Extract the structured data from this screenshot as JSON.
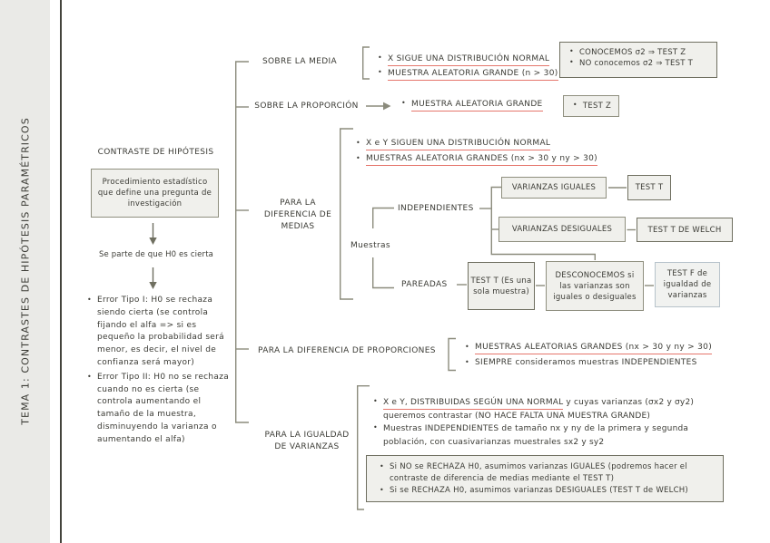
{
  "sidebar": {
    "title": "TEMA 1: CONTRASTES DE HIPÓTESIS PARAMÉTRICOS"
  },
  "intro": {
    "title": "CONTRASTE DE HIPÓTESIS",
    "definition": "Procedimiento estadístico que define una pregunta de investigación",
    "premise": "Se parte de que H0 es cierta",
    "errors": [
      "Error Tipo I: H0 se rechaza siendo cierta (se controla fijando el alfa => si es pequeño la probabilidad será menor, es decir, el nivel de confianza será mayor)",
      "Error Tipo II: H0 no se rechaza cuando no es cierta (se controla aumentando el tamaño de la muestra, disminuyendo la varianza o aumentando el alfa)"
    ]
  },
  "media": {
    "label": "SOBRE LA MEDIA",
    "conditions": [
      "X SIGUE UNA DISTRIBUCIÓN NORMAL",
      "MUESTRA ALEATORIA GRANDE (n > 30)"
    ],
    "tests": [
      "CONOCEMOS σ2 ⇒ TEST Z",
      "NO conocemos σ2 ⇒ TEST T"
    ]
  },
  "proporcion": {
    "label": "SOBRE LA PROPORCIÓN",
    "condition": "MUESTRA ALEATORIA GRANDE",
    "test": "TEST Z"
  },
  "dif_medias": {
    "label_lines": [
      "PARA LA",
      "DIFERENCIA DE",
      "MEDIAS"
    ],
    "conditions": [
      "X e Y SIGUEN UNA DISTRIBUCIÓN NORMAL",
      "MUESTRAS ALEATORIA GRANDES (nx > 30 y ny > 30)"
    ],
    "muestras": "Muestras",
    "independientes": "INDEPENDIENTES",
    "pareadas": "PAREADAS",
    "varianzas_iguales": "VARIANZAS IGUALES",
    "test_t": "TEST T",
    "varianzas_desiguales": "VARIANZAS DESIGUALES",
    "test_t_welch": "TEST T DE WELCH",
    "pareadas_test": "TEST T (Es una sola muestra)",
    "desconocemos": "DESCONOCEMOS si las varianzas son iguales o desiguales",
    "test_f": "TEST F de igualdad de varianzas"
  },
  "dif_proporciones": {
    "label": "PARA LA DIFERENCIA DE PROPORCIONES",
    "condition_underlined": "MUESTRAS ALEATORIAS GRANDES (nx > 30 y ny > 30)",
    "condition_plain": "SIEMPRE consideramos muestras INDEPENDIENTES"
  },
  "igualdad_varianzas": {
    "label_lines": [
      "PARA LA IGUALDAD",
      "DE VARIANZAS"
    ],
    "cond1_underlined": "X e Y, DISTRIBUIDAS SEGÚN UNA NORMAL",
    "cond1_rest": " y cuyas varianzas (σx2 y σy2) queremos contrastar (NO HACE FALTA UNA MUESTRA GRANDE)",
    "cond2": "Muestras INDEPENDIENTES de tamaño nx y ny de la primera y segunda población, con cuasivarianzas muestrales sx2 y sy2",
    "conclusions": [
      "Si NO se RECHAZA H0, asumimos varianzas IGUALES (podremos hacer el contraste de diferencia de medias mediante el TEST T)",
      "Si se RECHAZA H0, asumimos varianzas DESIGUALES (TEST T de WELCH)"
    ]
  },
  "colors": {
    "underline_red": "#e5766c",
    "line_gray": "#8b8b7c",
    "box_fill": "#f0f0ec",
    "box_border": "#8f8f7f",
    "box_border_dark": "#6f6f60",
    "box_border_blue": "#b7c3cb",
    "sidebar_bg": "#eaeae7",
    "text": "#3b3b35"
  }
}
